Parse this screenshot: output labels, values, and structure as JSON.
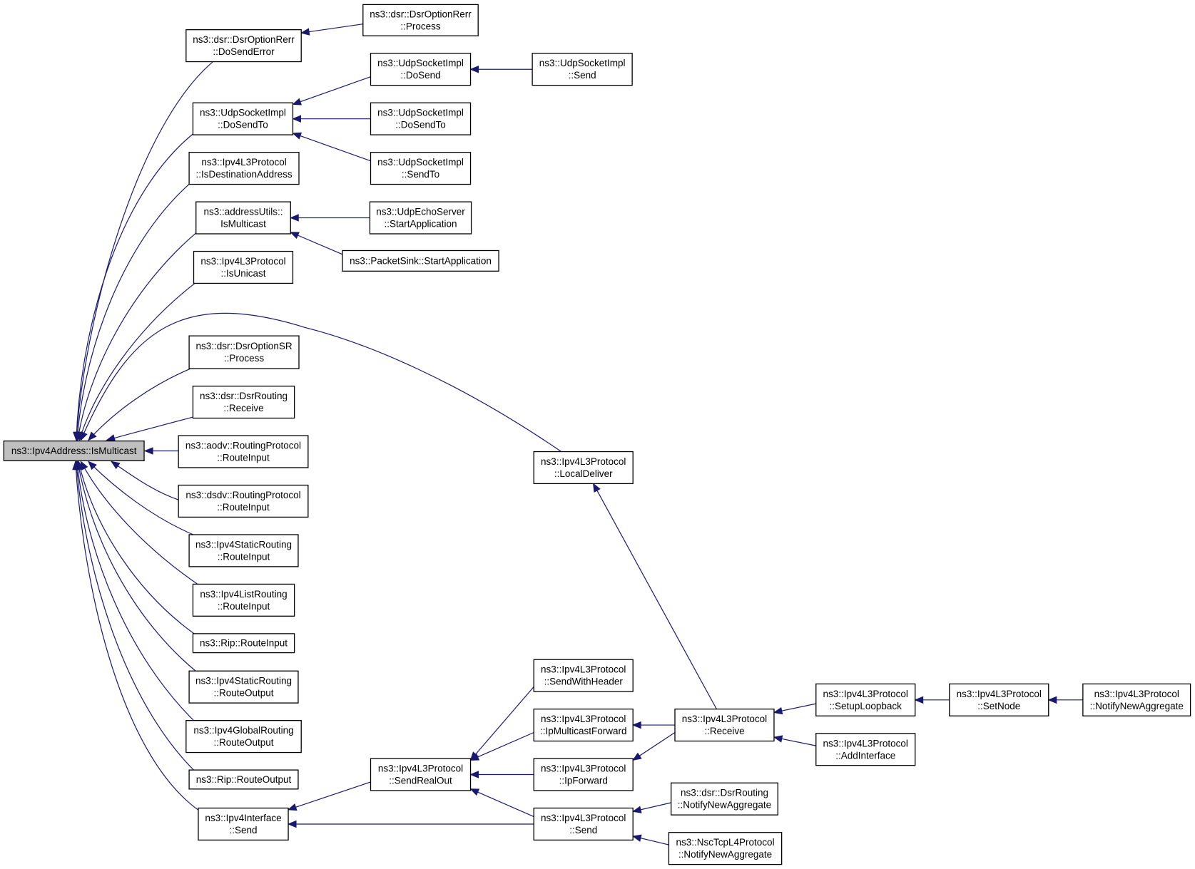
{
  "nodes": [
    {
      "id": "root",
      "lines": [
        "ns3::Ipv4Address::IsMulticast"
      ],
      "root": true
    },
    {
      "id": "rerr_send",
      "lines": [
        "ns3::dsr::DsrOptionRerr",
        "::DoSendError"
      ]
    },
    {
      "id": "rerr_proc",
      "lines": [
        "ns3::dsr::DsrOptionRerr",
        "::Process"
      ]
    },
    {
      "id": "udp_dosendto",
      "lines": [
        "ns3::UdpSocketImpl",
        "::DoSendTo"
      ]
    },
    {
      "id": "udp_dosend",
      "lines": [
        "ns3::UdpSocketImpl",
        "::DoSend"
      ]
    },
    {
      "id": "udp_send",
      "lines": [
        "ns3::UdpSocketImpl",
        "::Send"
      ]
    },
    {
      "id": "udp_dosendto2",
      "lines": [
        "ns3::UdpSocketImpl",
        "::DoSendTo"
      ]
    },
    {
      "id": "udp_sendto",
      "lines": [
        "ns3::UdpSocketImpl",
        "::SendTo"
      ]
    },
    {
      "id": "isdest",
      "lines": [
        "ns3::Ipv4L3Protocol",
        "::IsDestinationAddress"
      ]
    },
    {
      "id": "au_ismc",
      "lines": [
        "ns3::addressUtils::",
        "IsMulticast"
      ]
    },
    {
      "id": "echo_start",
      "lines": [
        "ns3::UdpEchoServer",
        "::StartApplication"
      ]
    },
    {
      "id": "sink_start",
      "lines": [
        "ns3::PacketSink::StartApplication"
      ]
    },
    {
      "id": "isunicast",
      "lines": [
        "ns3::Ipv4L3Protocol",
        "::IsUnicast"
      ]
    },
    {
      "id": "sr_proc",
      "lines": [
        "ns3::dsr::DsrOptionSR",
        "::Process"
      ]
    },
    {
      "id": "dsr_recv",
      "lines": [
        "ns3::dsr::DsrRouting",
        "::Receive"
      ]
    },
    {
      "id": "aodv_ri",
      "lines": [
        "ns3::aodv::RoutingProtocol",
        "::RouteInput"
      ]
    },
    {
      "id": "dsdv_ri",
      "lines": [
        "ns3::dsdv::RoutingProtocol",
        "::RouteInput"
      ]
    },
    {
      "id": "static_ri",
      "lines": [
        "ns3::Ipv4StaticRouting",
        "::RouteInput"
      ]
    },
    {
      "id": "list_ri",
      "lines": [
        "ns3::Ipv4ListRouting",
        "::RouteInput"
      ]
    },
    {
      "id": "rip_ri",
      "lines": [
        "ns3::Rip::RouteInput"
      ]
    },
    {
      "id": "static_ro",
      "lines": [
        "ns3::Ipv4StaticRouting",
        "::RouteOutput"
      ]
    },
    {
      "id": "global_ro",
      "lines": [
        "ns3::Ipv4GlobalRouting",
        "::RouteOutput"
      ]
    },
    {
      "id": "rip_ro",
      "lines": [
        "ns3::Rip::RouteOutput"
      ]
    },
    {
      "id": "if_send",
      "lines": [
        "ns3::Ipv4Interface",
        "::Send"
      ]
    },
    {
      "id": "localdeliver",
      "lines": [
        "ns3::Ipv4L3Protocol",
        "::LocalDeliver"
      ]
    },
    {
      "id": "sendrealout",
      "lines": [
        "ns3::Ipv4L3Protocol",
        "::SendRealOut"
      ]
    },
    {
      "id": "sendwithheader",
      "lines": [
        "ns3::Ipv4L3Protocol",
        "::SendWithHeader"
      ]
    },
    {
      "id": "ipmcfwd",
      "lines": [
        "ns3::Ipv4L3Protocol",
        "::IpMulticastForward"
      ]
    },
    {
      "id": "ipfwd",
      "lines": [
        "ns3::Ipv4L3Protocol",
        "::IpForward"
      ]
    },
    {
      "id": "l3_send",
      "lines": [
        "ns3::Ipv4L3Protocol",
        "::Send"
      ]
    },
    {
      "id": "l3_recv",
      "lines": [
        "ns3::Ipv4L3Protocol",
        "::Receive"
      ]
    },
    {
      "id": "dsr_nna",
      "lines": [
        "ns3::dsr::DsrRouting",
        "::NotifyNewAggregate"
      ]
    },
    {
      "id": "nsc_nna",
      "lines": [
        "ns3::NscTcpL4Protocol",
        "::NotifyNewAggregate"
      ]
    },
    {
      "id": "setuploop",
      "lines": [
        "ns3::Ipv4L3Protocol",
        "::SetupLoopback"
      ]
    },
    {
      "id": "addif",
      "lines": [
        "ns3::Ipv4L3Protocol",
        "::AddInterface"
      ]
    },
    {
      "id": "setnode",
      "lines": [
        "ns3::Ipv4L3Protocol",
        "::SetNode"
      ]
    },
    {
      "id": "l3_nna",
      "lines": [
        "ns3::Ipv4L3Protocol",
        "::NotifyNewAggregate"
      ]
    }
  ],
  "edges": [
    {
      "from": "rerr_send",
      "to": "root"
    },
    {
      "from": "udp_dosendto",
      "to": "root"
    },
    {
      "from": "isdest",
      "to": "root"
    },
    {
      "from": "au_ismc",
      "to": "root"
    },
    {
      "from": "isunicast",
      "to": "root"
    },
    {
      "from": "localdeliver",
      "to": "root"
    },
    {
      "from": "sr_proc",
      "to": "root"
    },
    {
      "from": "dsr_recv",
      "to": "root"
    },
    {
      "from": "aodv_ri",
      "to": "root"
    },
    {
      "from": "dsdv_ri",
      "to": "root"
    },
    {
      "from": "static_ri",
      "to": "root"
    },
    {
      "from": "list_ri",
      "to": "root"
    },
    {
      "from": "rip_ri",
      "to": "root"
    },
    {
      "from": "static_ro",
      "to": "root"
    },
    {
      "from": "global_ro",
      "to": "root"
    },
    {
      "from": "rip_ro",
      "to": "root"
    },
    {
      "from": "if_send",
      "to": "root"
    },
    {
      "from": "rerr_proc",
      "to": "rerr_send"
    },
    {
      "from": "udp_dosend",
      "to": "udp_dosendto"
    },
    {
      "from": "udp_dosendto2",
      "to": "udp_dosendto"
    },
    {
      "from": "udp_sendto",
      "to": "udp_dosendto"
    },
    {
      "from": "udp_send",
      "to": "udp_dosend"
    },
    {
      "from": "echo_start",
      "to": "au_ismc"
    },
    {
      "from": "sink_start",
      "to": "au_ismc"
    },
    {
      "from": "l3_recv",
      "to": "localdeliver"
    },
    {
      "from": "sendrealout",
      "to": "if_send"
    },
    {
      "from": "l3_send",
      "to": "if_send"
    },
    {
      "from": "sendwithheader",
      "to": "sendrealout"
    },
    {
      "from": "ipmcfwd",
      "to": "sendrealout"
    },
    {
      "from": "ipfwd",
      "to": "sendrealout"
    },
    {
      "from": "l3_send",
      "to": "sendrealout"
    },
    {
      "from": "l3_recv",
      "to": "ipmcfwd"
    },
    {
      "from": "l3_recv",
      "to": "ipfwd"
    },
    {
      "from": "dsr_nna",
      "to": "l3_send"
    },
    {
      "from": "nsc_nna",
      "to": "l3_send"
    },
    {
      "from": "setuploop",
      "to": "l3_recv"
    },
    {
      "from": "addif",
      "to": "l3_recv"
    },
    {
      "from": "setnode",
      "to": "setuploop"
    },
    {
      "from": "l3_nna",
      "to": "setnode"
    }
  ]
}
